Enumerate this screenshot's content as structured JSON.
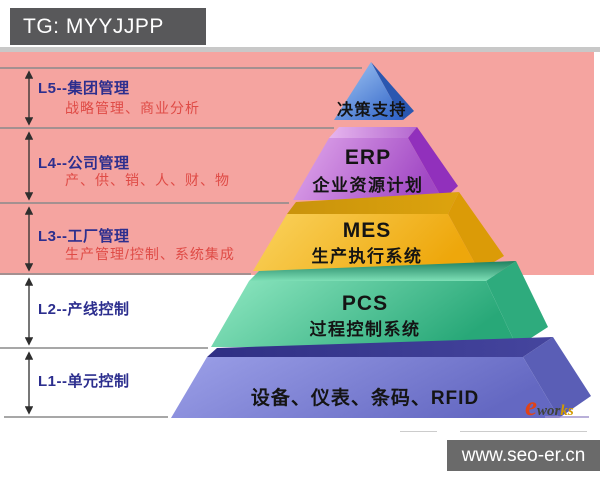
{
  "watermarks": {
    "top_left": "TG: MYYJJPP",
    "bottom_right": "www.seo-er.cn"
  },
  "logo": {
    "e": "e",
    "part1": "wor",
    "part2": "ks"
  },
  "left_labels": [
    {
      "level": "L5",
      "title": "L5--集团管理",
      "subtitle": "战略管理、商业分析"
    },
    {
      "level": "L4",
      "title": "L4--公司管理",
      "subtitle": "产、供、销、人、财、物"
    },
    {
      "level": "L3",
      "title": "L3--工厂管理",
      "subtitle": "生产管理/控制、系统集成"
    },
    {
      "level": "L2",
      "title": "L2--产线控制"
    },
    {
      "level": "L1",
      "title": "L1--单元控制"
    }
  ],
  "pyramid": [
    {
      "level": 5,
      "line1": "决策支持"
    },
    {
      "level": 4,
      "line1": "ERP",
      "line2": "企业资源计划"
    },
    {
      "level": 3,
      "line1": "MES",
      "line2": "生产执行系统"
    },
    {
      "level": 2,
      "line1": "PCS",
      "line2": "过程控制系统"
    },
    {
      "level": 1,
      "line1": "设备、仪表、条码、RFID"
    }
  ],
  "colors": {
    "background_pink": "#F5A4A0",
    "watermark_box_gray": "#58585A",
    "label_navy": "#2C2E8E",
    "label_red": "#DF4B46",
    "separator_gray": "#8A8A8A",
    "level5_decision_blue": "#4A7CD6",
    "level4_erp_purple": "#B055CC",
    "level3_mes_gold": "#F2B723",
    "level2_pcs_green": "#3FC08D",
    "level1_devices_blue": "#7A7ED2",
    "logo_e_red": "#E04318",
    "logo_gold": "#D29A00"
  }
}
